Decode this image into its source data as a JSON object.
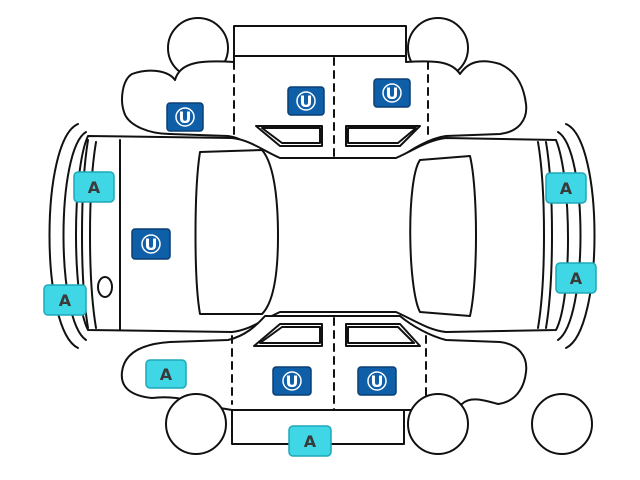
{
  "colors": {
    "outline": "#111111",
    "marker_u_fill": "#0f5fa8",
    "marker_u_text": "#ffffff",
    "marker_a_fill": "#3fd6e6",
    "marker_a_text": "#3a3a3a"
  },
  "legend_codes": {
    "U": "U",
    "A": "A"
  },
  "markers": [
    {
      "id": "top-rear-door",
      "code": "U"
    },
    {
      "id": "top-mid-door",
      "code": "U"
    },
    {
      "id": "top-front-door",
      "code": "U"
    },
    {
      "id": "rear-bumper-upper",
      "code": "A"
    },
    {
      "id": "trunk-lid",
      "code": "U"
    },
    {
      "id": "rear-bumper-lower",
      "code": "A"
    },
    {
      "id": "front-bumper-upper",
      "code": "A"
    },
    {
      "id": "front-bumper-lower",
      "code": "A"
    },
    {
      "id": "bottom-rear-fender",
      "code": "A"
    },
    {
      "id": "bottom-rear-door",
      "code": "U"
    },
    {
      "id": "bottom-front-door",
      "code": "U"
    },
    {
      "id": "bottom-rocker",
      "code": "A"
    }
  ]
}
